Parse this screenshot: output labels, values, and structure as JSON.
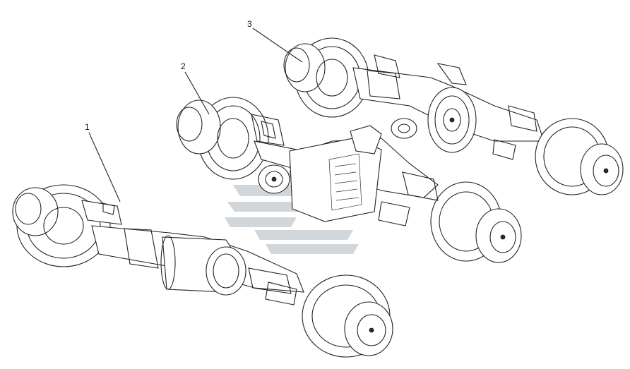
{
  "callouts": [
    {
      "id": "1",
      "label": "1"
    },
    {
      "id": "2",
      "label": "2"
    },
    {
      "id": "3",
      "label": "3"
    }
  ],
  "colors": {
    "ink": "#222222",
    "watermark": "#c9cfd3",
    "background": "#ffffff"
  },
  "icons": [
    "axle-drawing",
    "watermark-logo"
  ]
}
